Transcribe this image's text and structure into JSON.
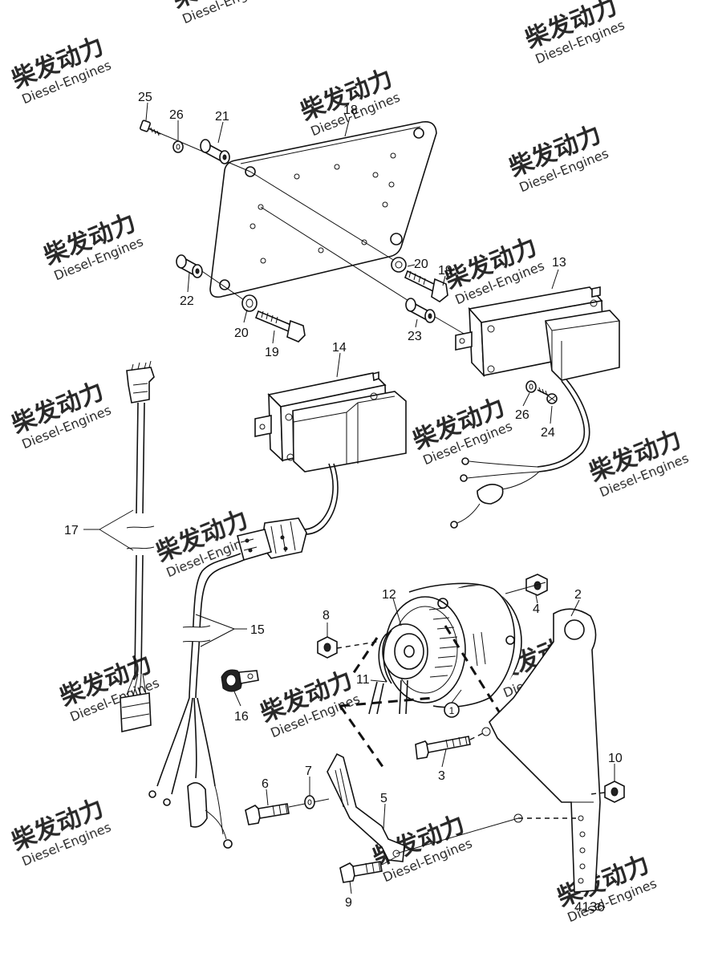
{
  "watermark": {
    "brand_cn": "柴发动力",
    "brand_en": "Diesel-Engines",
    "color": "#dcdcdc"
  },
  "drawing_number": "4136",
  "callouts": {
    "p1": "1",
    "p2": "2",
    "p3": "3",
    "p4": "4",
    "p5": "5",
    "p6": "6",
    "p7": "7",
    "p8": "8",
    "p9": "9",
    "p10": "10",
    "p11": "11",
    "p12": "12",
    "p13": "13",
    "p14": "14",
    "p15": "15",
    "p16": "16",
    "p17": "17",
    "p18": "18",
    "p19a": "19",
    "p19b": "19",
    "p20a": "20",
    "p20b": "20",
    "p21": "21",
    "p22": "22",
    "p23": "23",
    "p24": "24",
    "p25": "25",
    "p26a": "26",
    "p26b": "26"
  }
}
